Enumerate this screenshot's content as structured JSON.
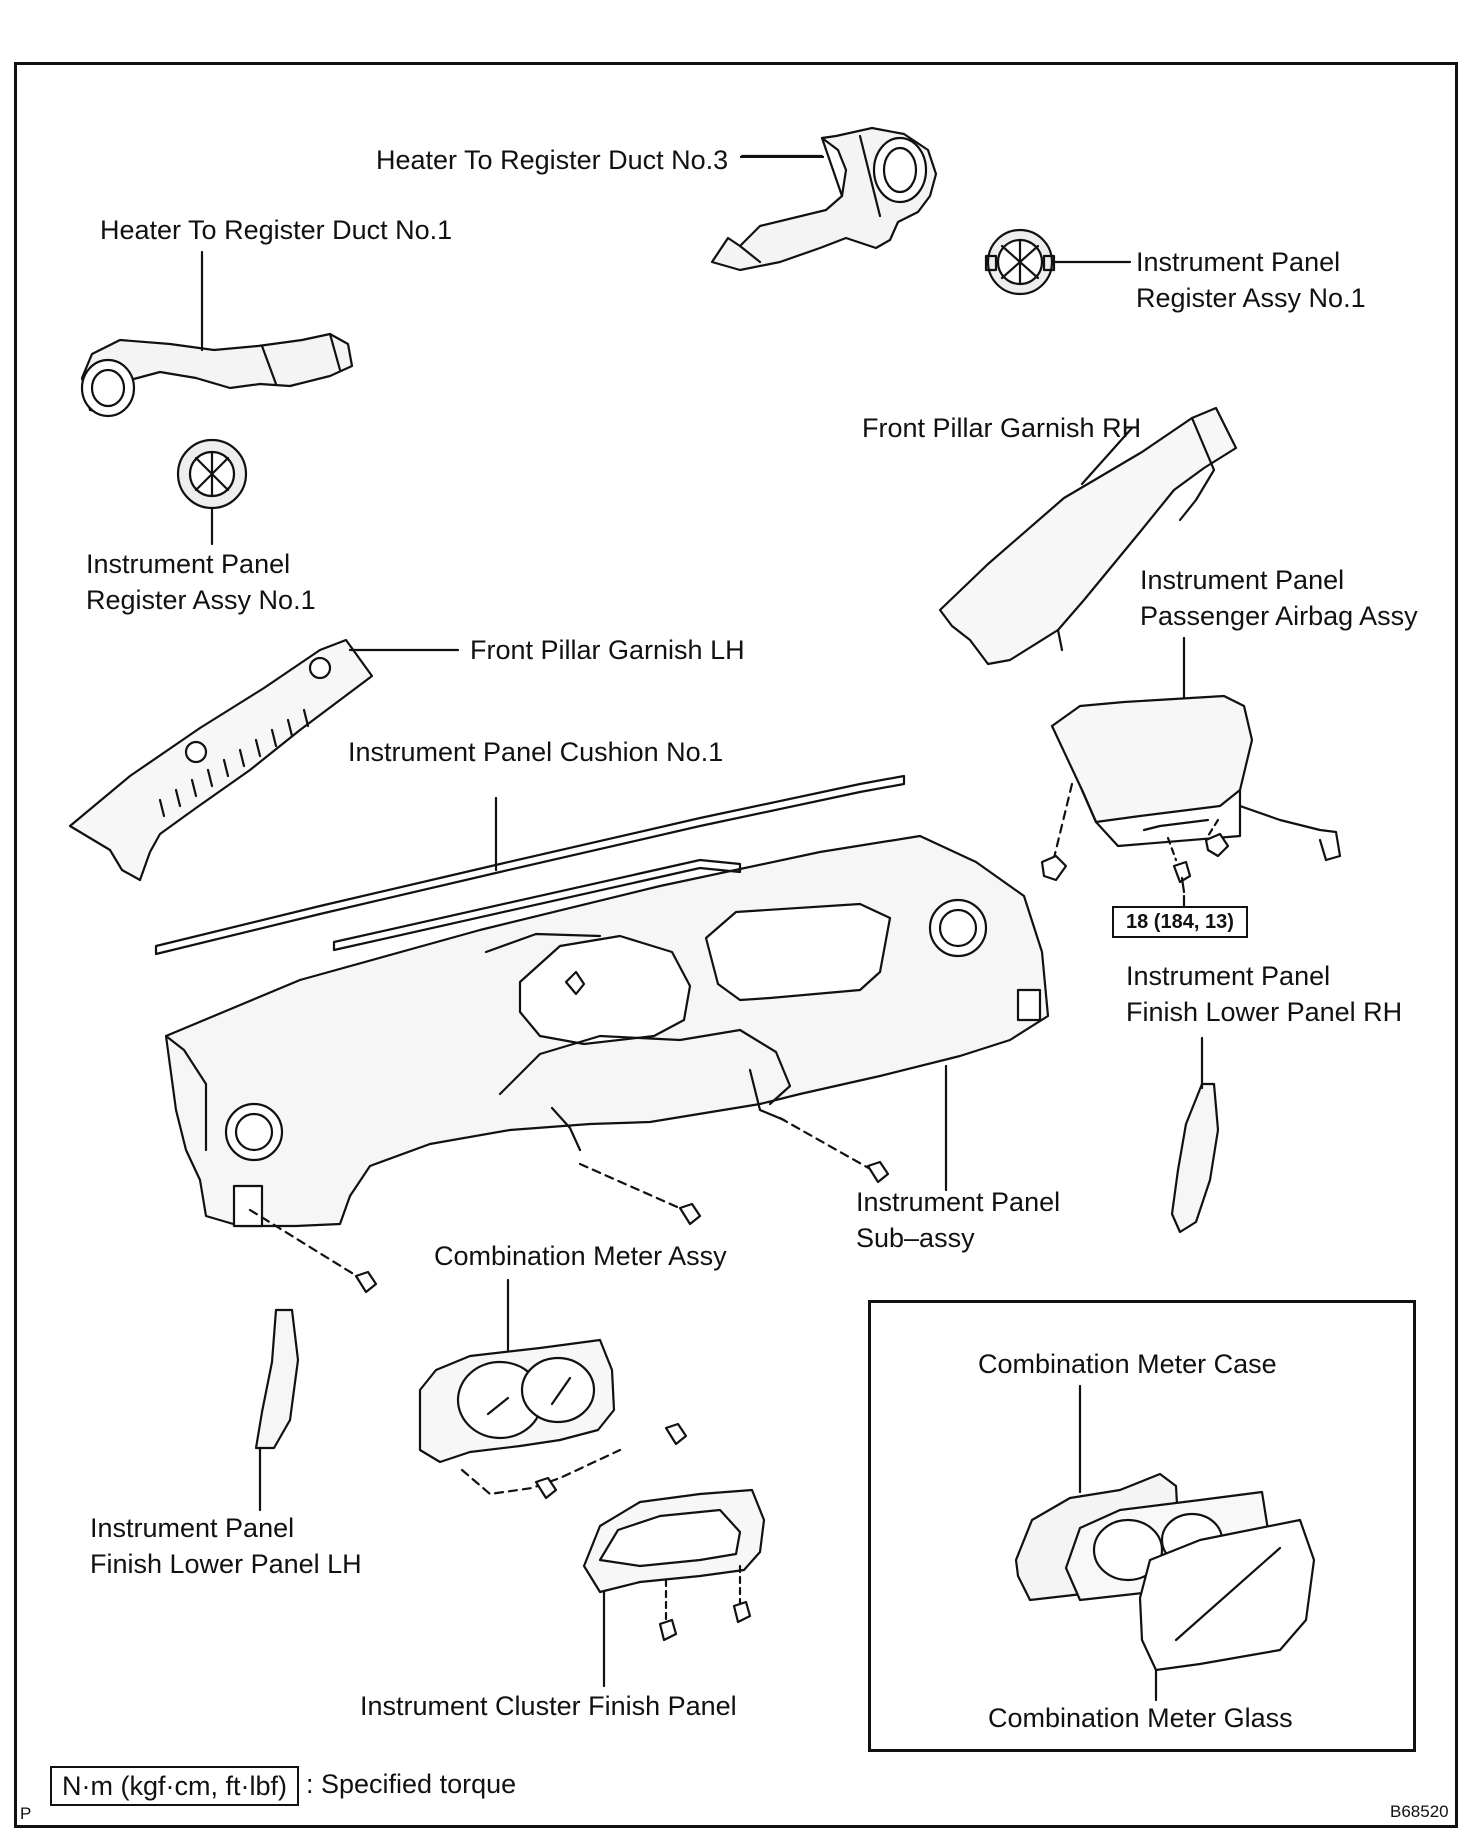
{
  "labels": {
    "duct3": "Heater To Register Duct No.3",
    "duct1": "Heater To Register Duct No.1",
    "register_r_1": "Instrument Panel",
    "register_r_2": "Register Assy No.1",
    "register_l_1": "Instrument Panel",
    "register_l_2": "Register Assy No.1",
    "pillar_rh": "Front Pillar Garnish RH",
    "airbag_1": "Instrument Panel",
    "airbag_2": "Passenger Airbag Assy",
    "pillar_lh": "Front Pillar Garnish LH",
    "cushion": "Instrument Panel Cushion No.1",
    "lower_rh_1": "Instrument Panel",
    "lower_rh_2": "Finish Lower Panel RH",
    "subassy_1": "Instrument Panel",
    "subassy_2": "Sub–assy",
    "meter_assy": "Combination Meter Assy",
    "lower_lh_1": "Instrument Panel",
    "lower_lh_2": "Finish Lower Panel LH",
    "cluster_finish": "Instrument Cluster Finish Panel",
    "meter_case": "Combination Meter Case",
    "meter_glass": "Combination Meter Glass"
  },
  "torque": "18 (184, 13)",
  "legend": {
    "unit_box": "N·m (kgf·cm, ft·lbf)",
    "description": ": Specified torque"
  },
  "corner_left": "P",
  "figure_id": "B68520"
}
